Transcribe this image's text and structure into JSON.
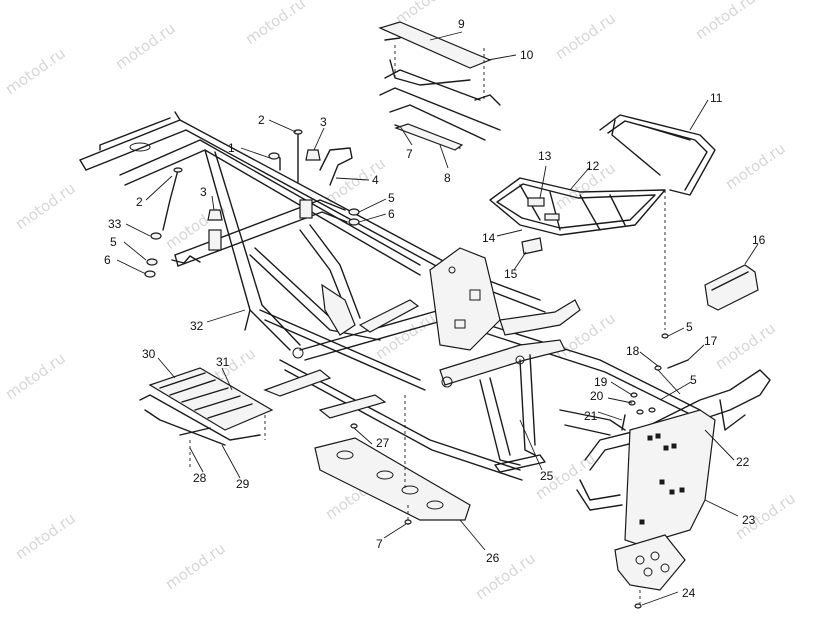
{
  "watermark": "motod.ru",
  "labels": [
    {
      "id": "l1",
      "text": "1"
    },
    {
      "id": "l2a",
      "text": "2"
    },
    {
      "id": "l2b",
      "text": "2"
    },
    {
      "id": "l3a",
      "text": "3"
    },
    {
      "id": "l3b",
      "text": "3"
    },
    {
      "id": "l4",
      "text": "4"
    },
    {
      "id": "l5a",
      "text": "5"
    },
    {
      "id": "l5b",
      "text": "5"
    },
    {
      "id": "l5c",
      "text": "5"
    },
    {
      "id": "l5d",
      "text": "5"
    },
    {
      "id": "l6a",
      "text": "6"
    },
    {
      "id": "l6b",
      "text": "6"
    },
    {
      "id": "l7a",
      "text": "7"
    },
    {
      "id": "l7b",
      "text": "7"
    },
    {
      "id": "l8",
      "text": "8"
    },
    {
      "id": "l9",
      "text": "9"
    },
    {
      "id": "l10",
      "text": "10"
    },
    {
      "id": "l11",
      "text": "11"
    },
    {
      "id": "l12",
      "text": "12"
    },
    {
      "id": "l13",
      "text": "13"
    },
    {
      "id": "l14",
      "text": "14"
    },
    {
      "id": "l15",
      "text": "15"
    },
    {
      "id": "l16",
      "text": "16"
    },
    {
      "id": "l17",
      "text": "17"
    },
    {
      "id": "l18",
      "text": "18"
    },
    {
      "id": "l19",
      "text": "19"
    },
    {
      "id": "l20",
      "text": "20"
    },
    {
      "id": "l21",
      "text": "21"
    },
    {
      "id": "l22",
      "text": "22"
    },
    {
      "id": "l23",
      "text": "23"
    },
    {
      "id": "l24",
      "text": "24"
    },
    {
      "id": "l25",
      "text": "25"
    },
    {
      "id": "l26",
      "text": "26"
    },
    {
      "id": "l27",
      "text": "27"
    },
    {
      "id": "l28",
      "text": "28"
    },
    {
      "id": "l29",
      "text": "29"
    },
    {
      "id": "l30",
      "text": "30"
    },
    {
      "id": "l31",
      "text": "31"
    },
    {
      "id": "l32",
      "text": "32"
    },
    {
      "id": "l33",
      "text": "33"
    }
  ]
}
